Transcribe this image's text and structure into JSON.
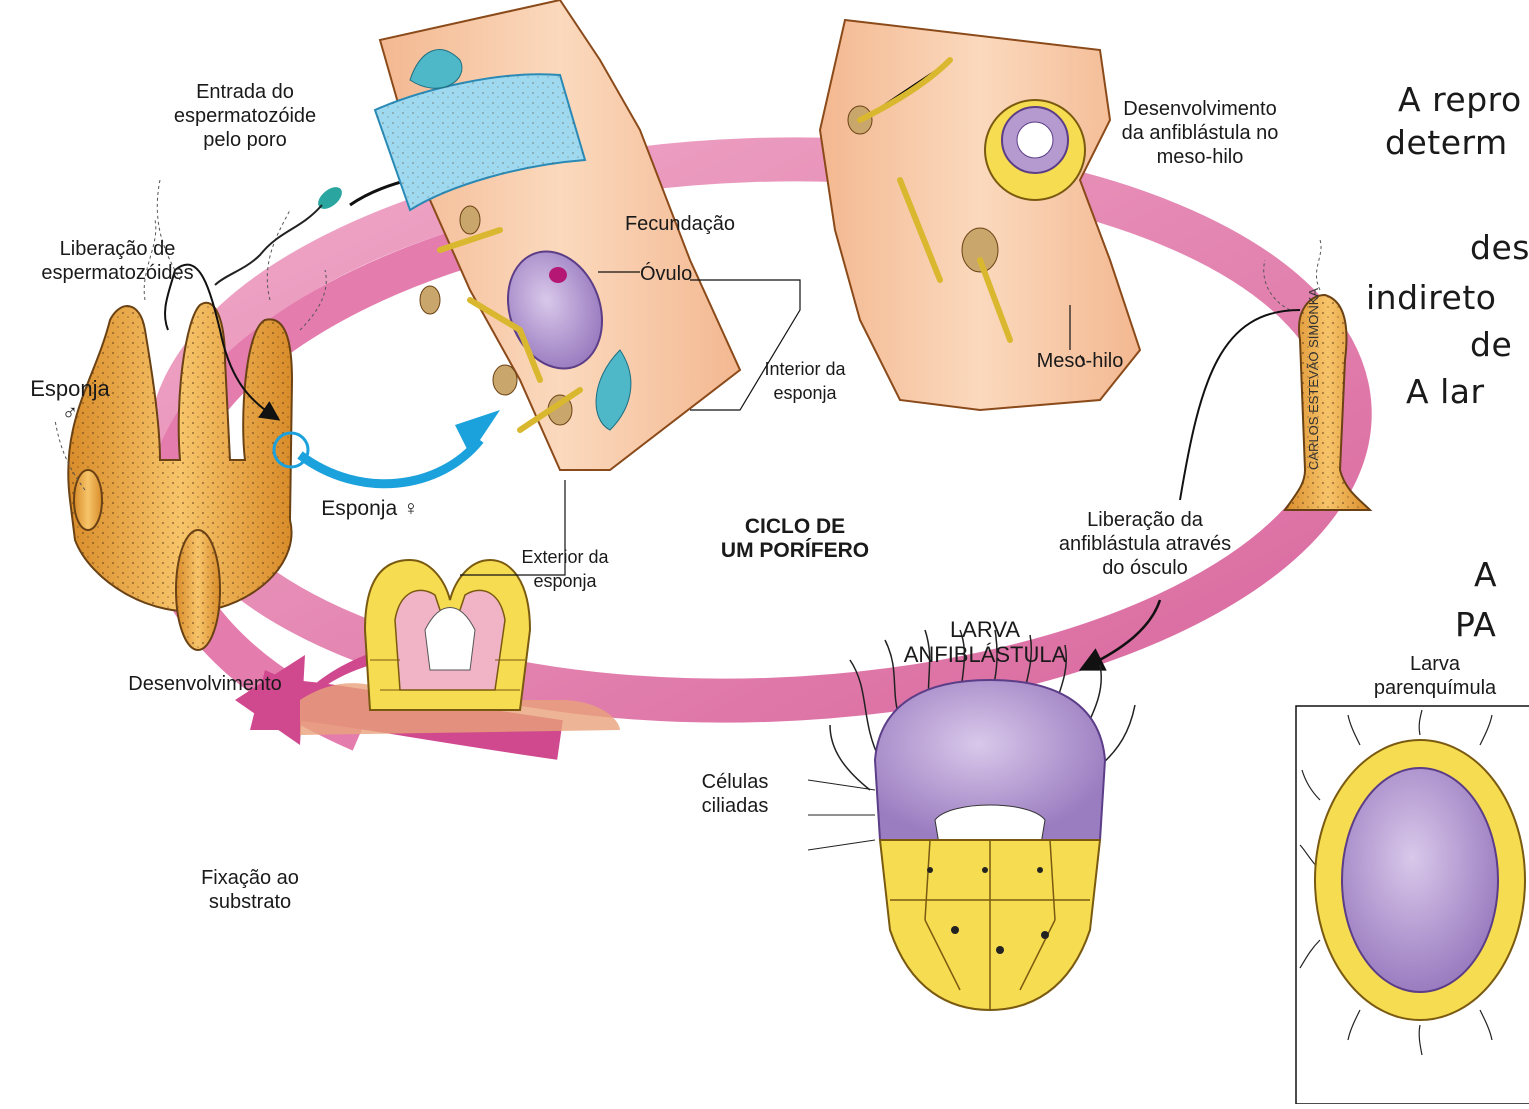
{
  "labels": {
    "entrada": [
      "Entrada do",
      "espermatozóide",
      "pelo poro"
    ],
    "liberacao_esp": [
      "Liberação de",
      "espermatozóides"
    ],
    "esponja_m": [
      "Esponja",
      "♂"
    ],
    "esponja_f": "Esponja ♀",
    "fecundacao": "Fecundação",
    "ovulo": "Óvulo",
    "interior": [
      "Interior da",
      "esponja"
    ],
    "exterior": [
      "Exterior da",
      "esponja"
    ],
    "ciclo": [
      "CICLO DE",
      "UM PORÍFERO"
    ],
    "desenv_anf": [
      "Desenvolvimento",
      "da anfiblástula no",
      "meso-hilo"
    ],
    "mesohilo": "Meso-hilo",
    "liberacao_anf": [
      "Liberação da",
      "anfiblástula através",
      "do ósculo"
    ],
    "larva_anf": [
      "LARVA",
      "ANFIBLÁSTULA"
    ],
    "celulas": [
      "Células",
      "ciliadas"
    ],
    "desenvolvimento": "Desenvolvimento",
    "fixacao": [
      "Fixação ao",
      "substrato"
    ],
    "larva_par": [
      "Larva",
      "parenquímula"
    ],
    "credit": "CARLOS ESTEVÃO SIMONKA"
  },
  "side_text": [
    "A repro",
    "determ",
    "des",
    "indireto",
    "de",
    "A lar",
    "A",
    "PA"
  ],
  "colors": {
    "ring": "#e58bb3",
    "ring_dark": "#d0609a",
    "sponge": "#f2b657",
    "tissue": "#f7c9a5",
    "pore": "#9fd9f0",
    "purple": "#b59ad0",
    "yellow": "#f5dc50",
    "arrow_blue": "#1ba1dc"
  }
}
